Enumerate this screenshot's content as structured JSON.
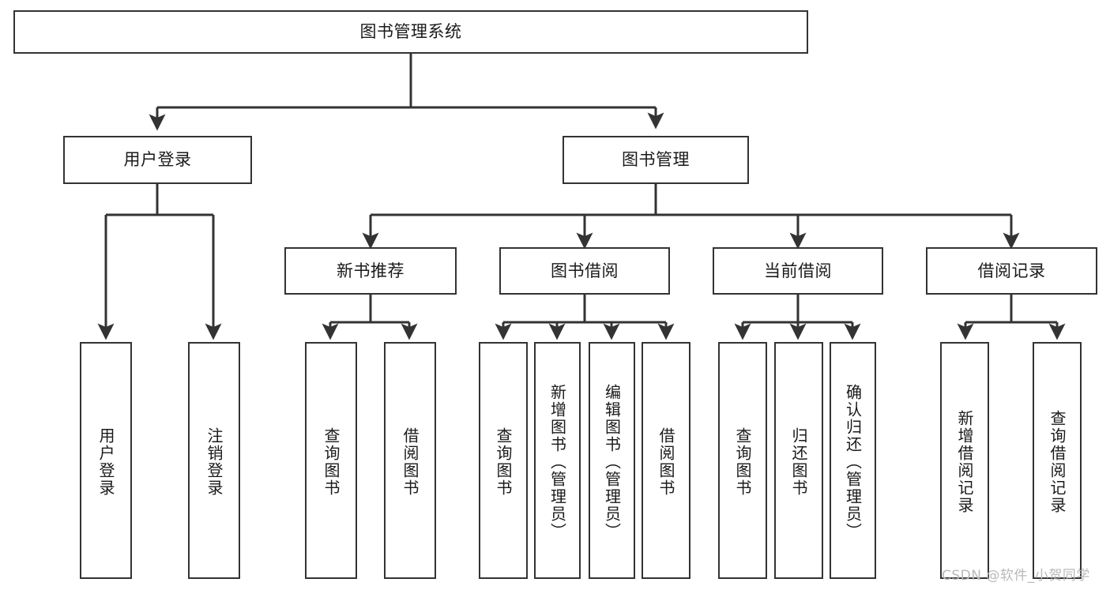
{
  "diagram": {
    "title": "图书管理系统",
    "type": "tree-hierarchy-diagram",
    "watermark": "CSDN @软件_小贺同学",
    "colors": {
      "box_border": "#333333",
      "box_fill": "#ffffff",
      "edge": "#333333",
      "text": "#1a1a1a",
      "watermark": "#b9b9b9"
    },
    "nodes": {
      "root": {
        "label": "图书管理系统"
      },
      "level2": [
        {
          "id": "user-login",
          "label": "用户登录"
        },
        {
          "id": "book-manage",
          "label": "图书管理"
        }
      ],
      "level3": [
        {
          "id": "new-book-recommend",
          "label": "新书推荐"
        },
        {
          "id": "book-borrow",
          "label": "图书借阅"
        },
        {
          "id": "current-borrow",
          "label": "当前借阅"
        },
        {
          "id": "borrow-record",
          "label": "借阅记录"
        }
      ],
      "leaves": [
        {
          "id": "leaf-user-login",
          "label": "用户登录",
          "parent": "user-login"
        },
        {
          "id": "leaf-logout",
          "label": "注销登录",
          "parent": "user-login"
        },
        {
          "id": "leaf-query-book-1",
          "label": "查询图书",
          "parent": "new-book-recommend"
        },
        {
          "id": "leaf-borrow-book-1",
          "label": "借阅图书",
          "parent": "new-book-recommend"
        },
        {
          "id": "leaf-query-book-2",
          "label": "查询图书",
          "parent": "book-borrow"
        },
        {
          "id": "leaf-add-book",
          "label": "新增图书（管理员）",
          "parent": "book-borrow"
        },
        {
          "id": "leaf-edit-book",
          "label": "编辑图书（管理员）",
          "parent": "book-borrow"
        },
        {
          "id": "leaf-borrow-book-2",
          "label": "借阅图书",
          "parent": "book-borrow"
        },
        {
          "id": "leaf-query-book-3",
          "label": "查询图书",
          "parent": "current-borrow"
        },
        {
          "id": "leaf-return-book",
          "label": "归还图书",
          "parent": "current-borrow"
        },
        {
          "id": "leaf-confirm-return",
          "label": "确认归还（管理员）",
          "parent": "current-borrow"
        },
        {
          "id": "leaf-add-record",
          "label": "新增借阅记录",
          "parent": "borrow-record"
        },
        {
          "id": "leaf-query-record",
          "label": "查询借阅记录",
          "parent": "borrow-record"
        }
      ]
    }
  }
}
